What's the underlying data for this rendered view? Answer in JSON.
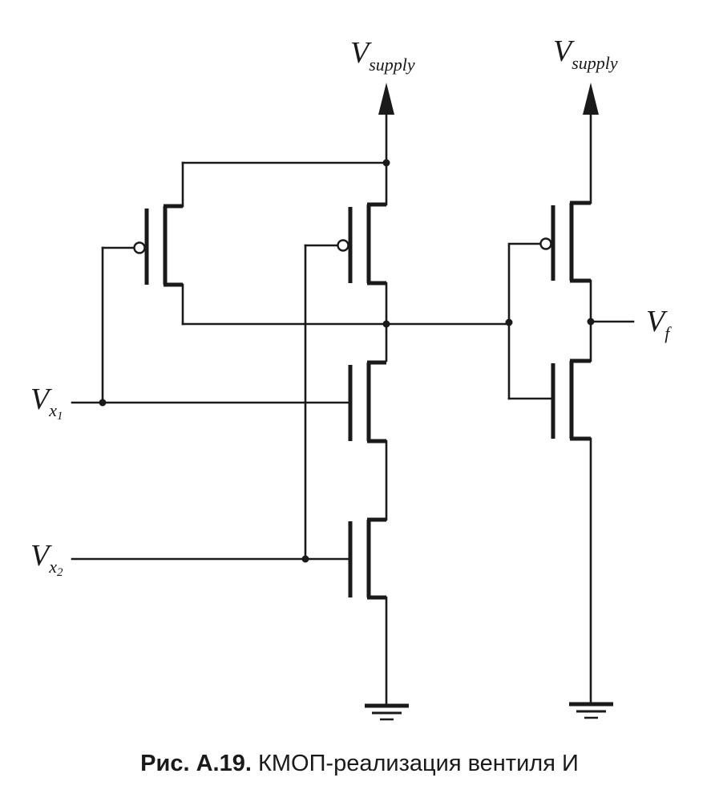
{
  "labels": {
    "vsupply_1": {
      "main": "V",
      "sub": "supply"
    },
    "vsupply_2": {
      "main": "V",
      "sub": "supply"
    },
    "vx1": {
      "main": "V",
      "sub": "x",
      "subsub": "1"
    },
    "vx2": {
      "main": "V",
      "sub": "x",
      "subsub": "2"
    },
    "vf": {
      "main": "V",
      "sub": "f"
    }
  },
  "caption": {
    "number": "Рис. А.19.",
    "text": "КМОП-реализация вентиля И"
  }
}
